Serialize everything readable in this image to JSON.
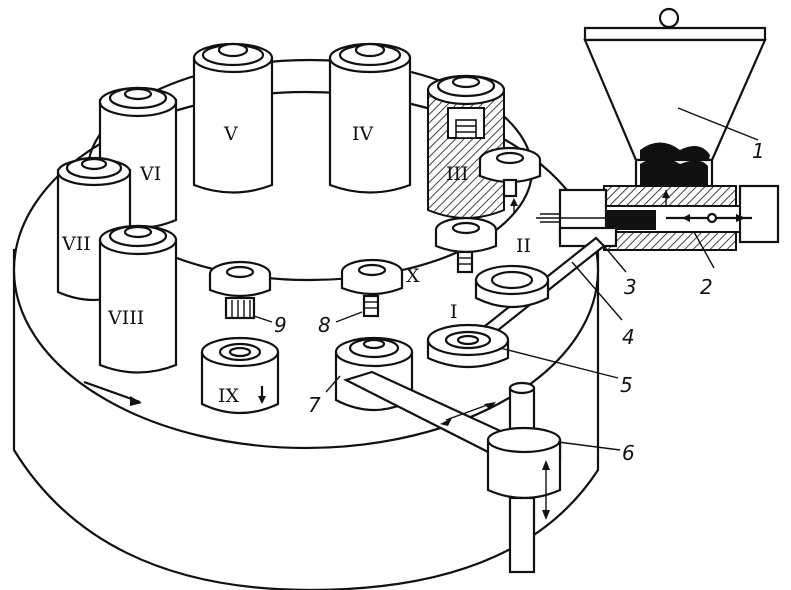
{
  "positions": {
    "i": "I",
    "ii": "II",
    "iii": "III",
    "iv": "IV",
    "v": "V",
    "vi": "VI",
    "vii": "VII",
    "viii": "VIII",
    "ix": "IX",
    "x": "X"
  },
  "parts": {
    "p1": "1",
    "p2": "2",
    "p3": "3",
    "p4": "4",
    "p5": "5",
    "p6": "6",
    "p7": "7",
    "p8": "8",
    "p9": "9"
  },
  "colors": {
    "ink": "#111111",
    "paper": "#ffffff"
  }
}
